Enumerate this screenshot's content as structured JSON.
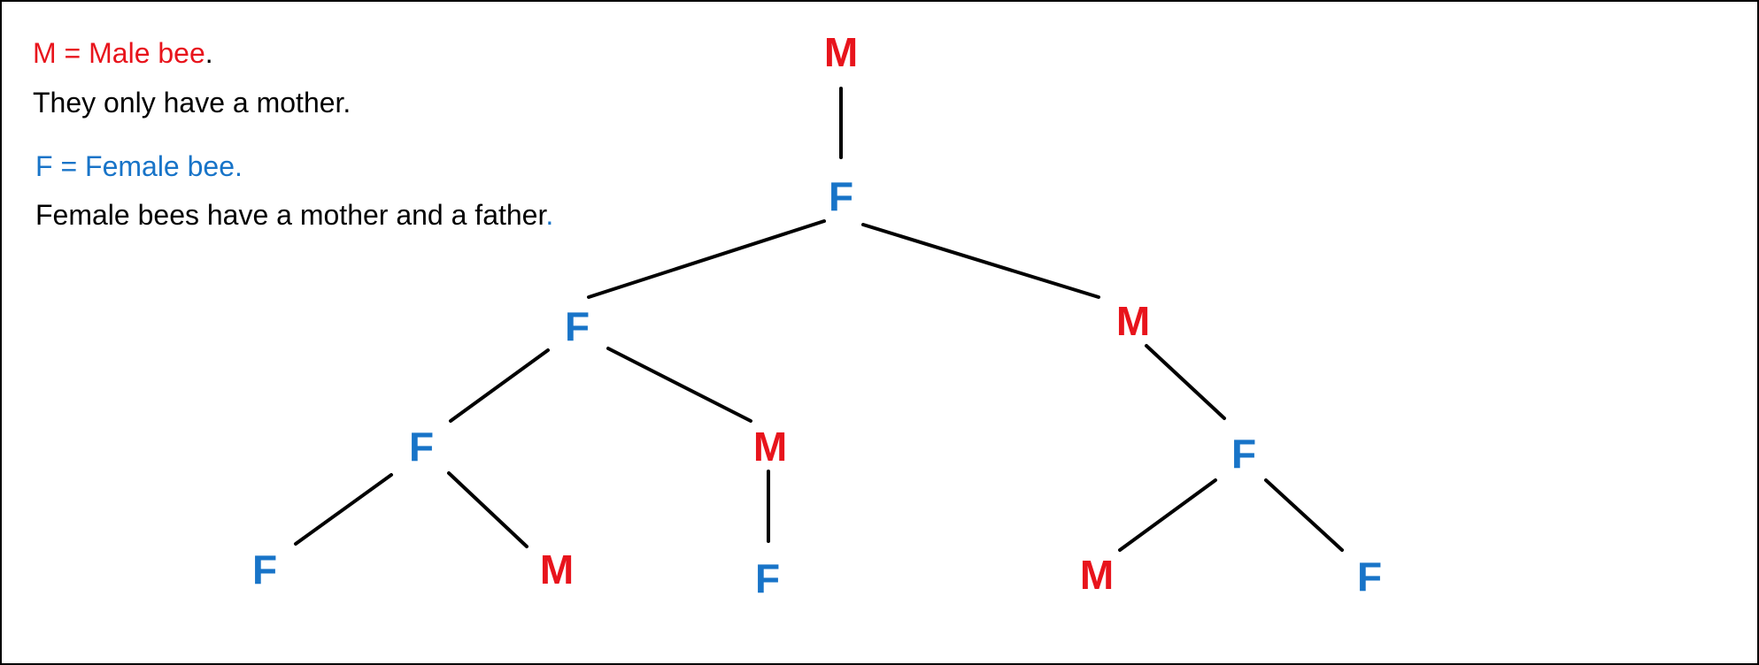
{
  "legend": {
    "male_def": "M = Male bee",
    "male_def_end": ".",
    "male_desc": "They only have a mother.",
    "female_def": "F = Female bee.",
    "female_desc": "Female bees have a mother and a father",
    "female_desc_end": "."
  },
  "colors": {
    "male": "#e8141c",
    "female": "#1874c8",
    "text": "#000000",
    "edge": "#000000"
  },
  "tree": {
    "nodes": [
      {
        "id": "n0",
        "label": "M",
        "sex": "male"
      },
      {
        "id": "n1",
        "label": "F",
        "sex": "female"
      },
      {
        "id": "n2",
        "label": "F",
        "sex": "female"
      },
      {
        "id": "n3",
        "label": "M",
        "sex": "male"
      },
      {
        "id": "n4",
        "label": "F",
        "sex": "female"
      },
      {
        "id": "n5",
        "label": "M",
        "sex": "male"
      },
      {
        "id": "n6",
        "label": "F",
        "sex": "female"
      },
      {
        "id": "n7",
        "label": "F",
        "sex": "female"
      },
      {
        "id": "n8",
        "label": "M",
        "sex": "male"
      },
      {
        "id": "n9",
        "label": "F",
        "sex": "female"
      },
      {
        "id": "n10",
        "label": "M",
        "sex": "male"
      },
      {
        "id": "n11",
        "label": "F",
        "sex": "female"
      }
    ],
    "edges": [
      [
        "n0",
        "n1"
      ],
      [
        "n1",
        "n2"
      ],
      [
        "n1",
        "n3"
      ],
      [
        "n2",
        "n4"
      ],
      [
        "n2",
        "n5"
      ],
      [
        "n3",
        "n6"
      ],
      [
        "n4",
        "n7"
      ],
      [
        "n4",
        "n8"
      ],
      [
        "n5",
        "n9"
      ],
      [
        "n6",
        "n10"
      ],
      [
        "n6",
        "n11"
      ]
    ]
  }
}
